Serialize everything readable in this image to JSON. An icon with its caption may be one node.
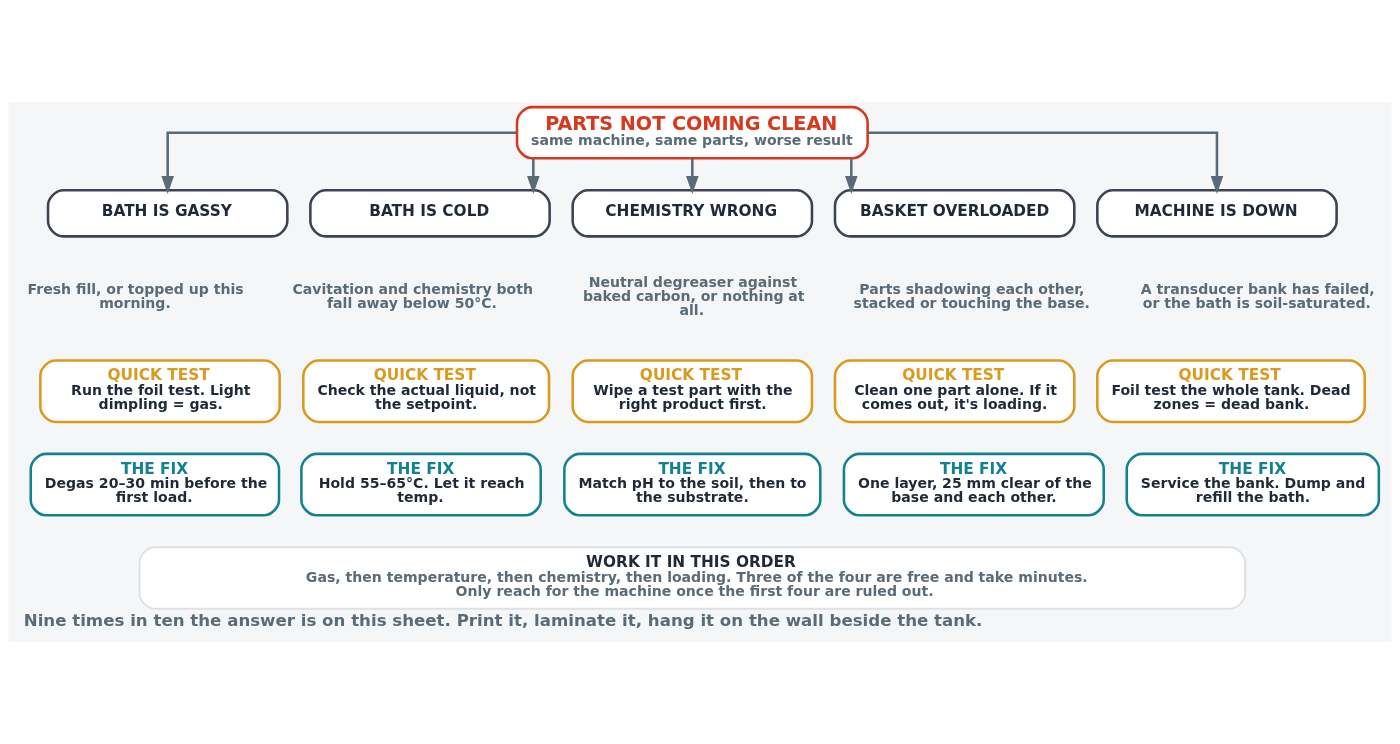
{
  "diagram": {
    "caption": "Nine times in ten the answer is on this sheet. Print it, laminate it, hang it on the wall beside the tank.",
    "nodes": [
      {
        "text": [
          "PARTS NOT COMING CLEAN",
          "same machine, same parts, worse result"
        ]
      },
      {
        "text": [
          "BATH IS GASSY"
        ],
        "beside": [
          "Fresh fill, or topped up this morning."
        ]
      },
      {
        "text": [
          "BATH IS COLD"
        ],
        "beside": [
          "Cavitation and chemistry both fall away below 50°C."
        ]
      },
      {
        "text": [
          "CHEMISTRY WRONG"
        ],
        "beside": [
          "Neutral degreaser against baked carbon, or nothing at all."
        ]
      },
      {
        "text": [
          "BASKET OVERLOADED"
        ],
        "beside": [
          "Parts shadowing each other, stacked or touching the base."
        ]
      },
      {
        "text": [
          "MACHINE IS DOWN"
        ],
        "beside": [
          "A transducer bank has failed, or the bath is soil-saturated."
        ]
      },
      {
        "text": [
          "QUICK TEST",
          "Run the foil test. Light dimpling = gas."
        ]
      },
      {
        "text": [
          "QUICK TEST",
          "Check the actual liquid, not the setpoint."
        ]
      },
      {
        "text": [
          "QUICK TEST",
          "Wipe a test part with the right product first."
        ]
      },
      {
        "text": [
          "QUICK TEST",
          "Clean one part alone. If it comes out, it's loading."
        ]
      },
      {
        "text": [
          "QUICK TEST",
          "Foil test the whole tank. Dead zones = dead bank."
        ]
      },
      {
        "text": [
          "THE FIX",
          "Degas 20–30 min before the first load."
        ]
      },
      {
        "text": [
          "THE FIX",
          "Hold 55–65°C. Let it reach temp."
        ]
      },
      {
        "text": [
          "THE FIX",
          "Match pH to the soil, then to the substrate."
        ]
      },
      {
        "text": [
          "THE FIX",
          "One layer, 25 mm clear of the base and each other."
        ]
      },
      {
        "text": [
          "THE FIX",
          "Service the bank. Dump and refill the bath."
        ]
      },
      {
        "text": [
          "WORK IT IN THIS ORDER",
          "Gas, then temperature, then chemistry, then loading. Three of the four are free and take minutes. Only reach for the machine once the first four are ruled out."
        ]
      }
    ],
    "edges": [
      {
        "from": 0,
        "to": 1,
        "arrow": "to"
      },
      {
        "from": 0,
        "to": 2,
        "arrow": "to"
      },
      {
        "from": 0,
        "to": 3,
        "arrow": "to"
      },
      {
        "from": 0,
        "to": 4,
        "arrow": "to"
      },
      {
        "from": 0,
        "to": 5,
        "arrow": "to"
      }
    ]
  }
}
